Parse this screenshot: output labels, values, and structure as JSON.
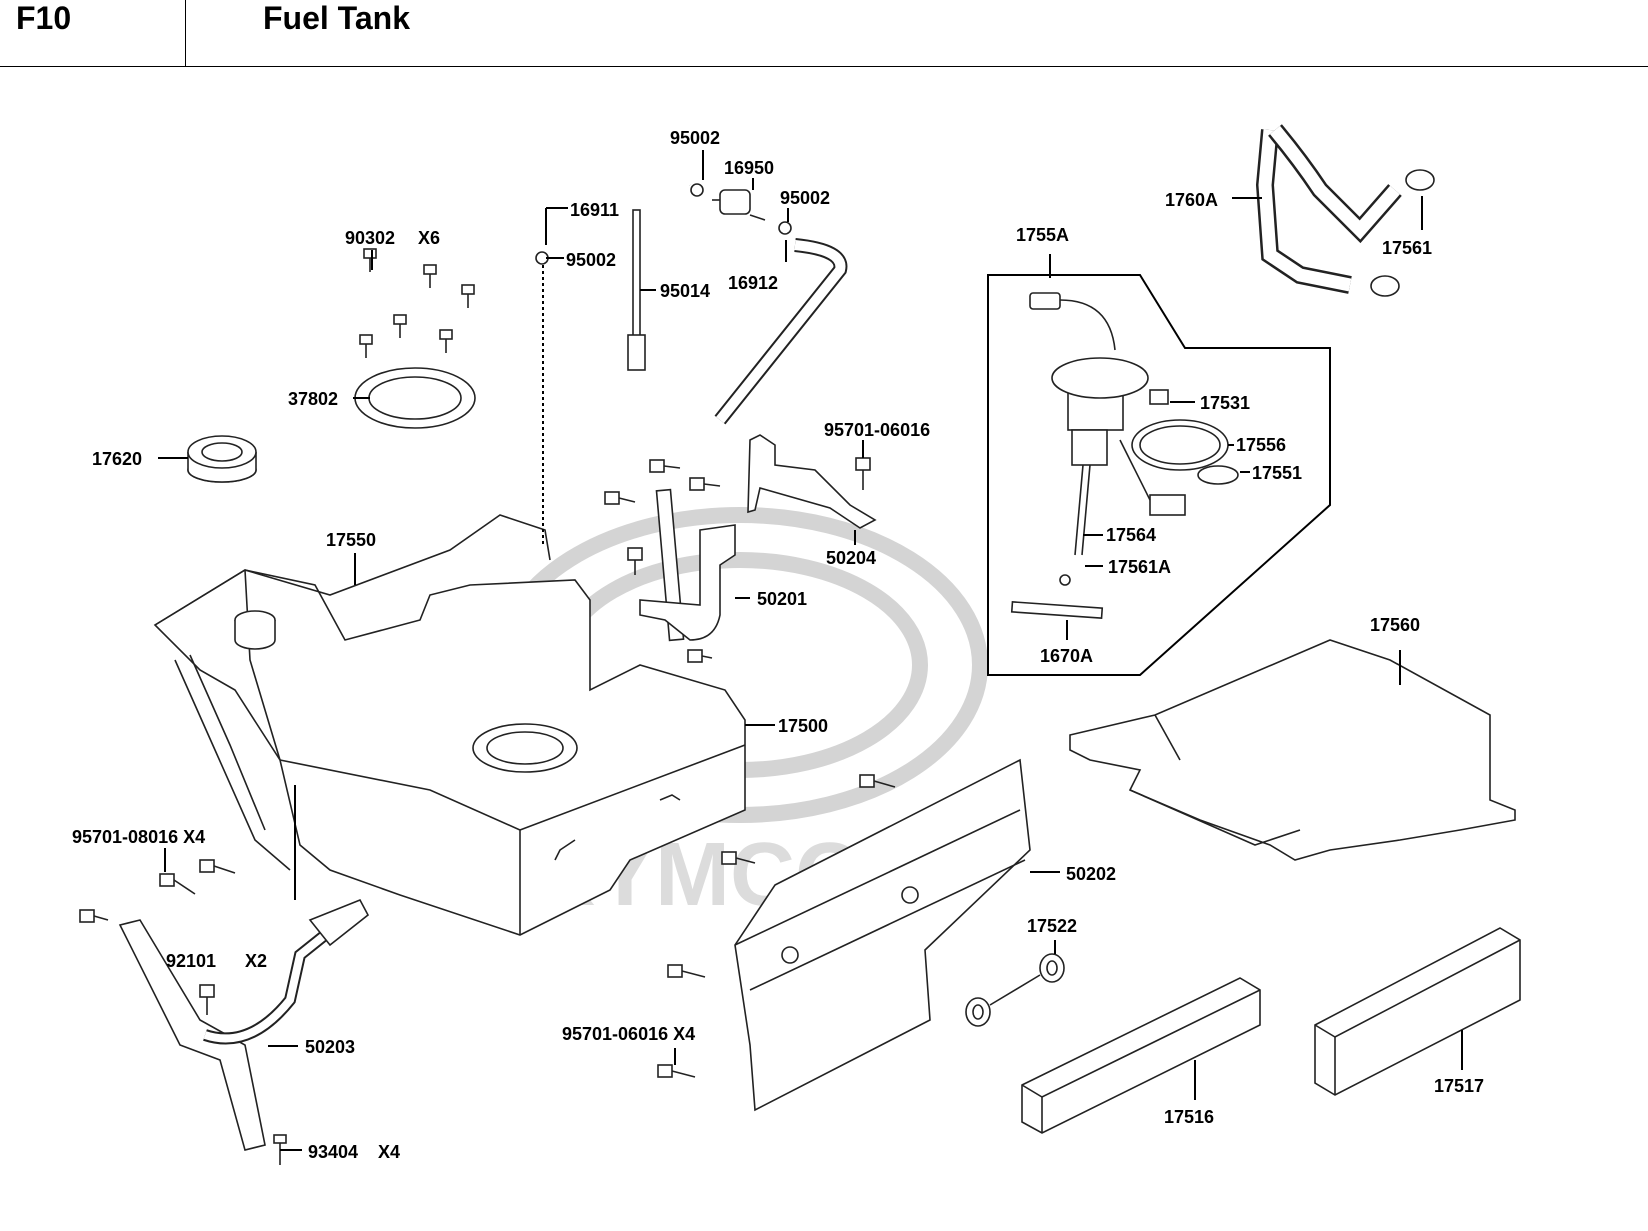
{
  "header": {
    "code": "F10",
    "title": "Fuel Tank"
  },
  "watermark": "KYMCO",
  "parts": [
    {
      "id": "90302",
      "label": "90302"
    },
    {
      "id": "90302-qty",
      "label": "X6"
    },
    {
      "id": "37802",
      "label": "37802"
    },
    {
      "id": "17620",
      "label": "17620"
    },
    {
      "id": "17550",
      "label": "17550"
    },
    {
      "id": "16911",
      "label": "16911"
    },
    {
      "id": "95002-a",
      "label": "95002"
    },
    {
      "id": "95002-b",
      "label": "95002"
    },
    {
      "id": "95002-c",
      "label": "95002"
    },
    {
      "id": "95014",
      "label": "95014"
    },
    {
      "id": "16950",
      "label": "16950"
    },
    {
      "id": "16912",
      "label": "16912"
    },
    {
      "id": "95701-06016",
      "label": "95701-06016"
    },
    {
      "id": "50204",
      "label": "50204"
    },
    {
      "id": "50201",
      "label": "50201"
    },
    {
      "id": "17500",
      "label": "17500"
    },
    {
      "id": "95701-08016",
      "label": "95701-08016 X4"
    },
    {
      "id": "92101",
      "label": "92101"
    },
    {
      "id": "92101-qty",
      "label": "X2"
    },
    {
      "id": "50203",
      "label": "50203"
    },
    {
      "id": "93404",
      "label": "93404"
    },
    {
      "id": "93404-qty",
      "label": "X4"
    },
    {
      "id": "95701-06016-x4",
      "label": "95701-06016 X4"
    },
    {
      "id": "50202",
      "label": "50202"
    },
    {
      "id": "17522",
      "label": "17522"
    },
    {
      "id": "17516",
      "label": "17516"
    },
    {
      "id": "17517",
      "label": "17517"
    },
    {
      "id": "17560",
      "label": "17560"
    },
    {
      "id": "1755A",
      "label": "1755A"
    },
    {
      "id": "17531",
      "label": "17531"
    },
    {
      "id": "17556",
      "label": "17556"
    },
    {
      "id": "17551",
      "label": "17551"
    },
    {
      "id": "17564",
      "label": "17564"
    },
    {
      "id": "17561A",
      "label": "17561A"
    },
    {
      "id": "1670A",
      "label": "1670A"
    },
    {
      "id": "1760A",
      "label": "1760A"
    },
    {
      "id": "17561",
      "label": "17561"
    }
  ]
}
